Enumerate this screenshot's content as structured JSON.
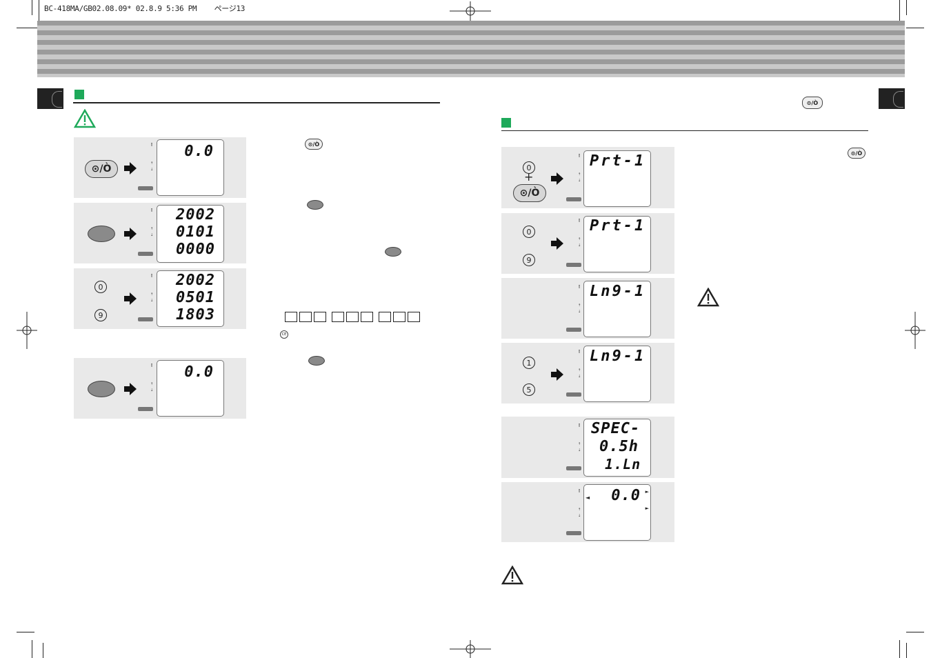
{
  "header": {
    "file_info": "BC-418MA/GB02.08.09* 02.8.9 5:36 PM",
    "page": "ページ13"
  },
  "buttons": {
    "power_symbol": "⊙/Ò"
  },
  "left_column": {
    "panels": [
      {
        "lcd_lines": [
          "0.0"
        ]
      },
      {
        "lcd_lines": [
          "2002",
          "0101",
          "0000"
        ]
      },
      {
        "keys": [
          "0",
          "9"
        ],
        "lcd_lines": [
          "2002",
          "0501",
          "1803"
        ]
      },
      {
        "lcd_lines": [
          "0.0"
        ]
      }
    ]
  },
  "right_column": {
    "panels": [
      {
        "keys": [
          "0"
        ],
        "plus": "+",
        "lcd_lines": [
          "Prt-1"
        ]
      },
      {
        "keys": [
          "0",
          "9"
        ],
        "lcd_lines": [
          "Prt-1"
        ]
      },
      {
        "lcd_lines": [
          "Ln9-1"
        ]
      },
      {
        "keys": [
          "1",
          "5"
        ],
        "lcd_lines": [
          "Ln9-1"
        ]
      },
      {
        "lcd_lines": [
          "SPEC-",
          "0.5h",
          "1.Ln"
        ]
      },
      {
        "lcd_lines": [
          "0.0"
        ]
      }
    ]
  },
  "mid_text": {
    "small_ce": "CE"
  }
}
